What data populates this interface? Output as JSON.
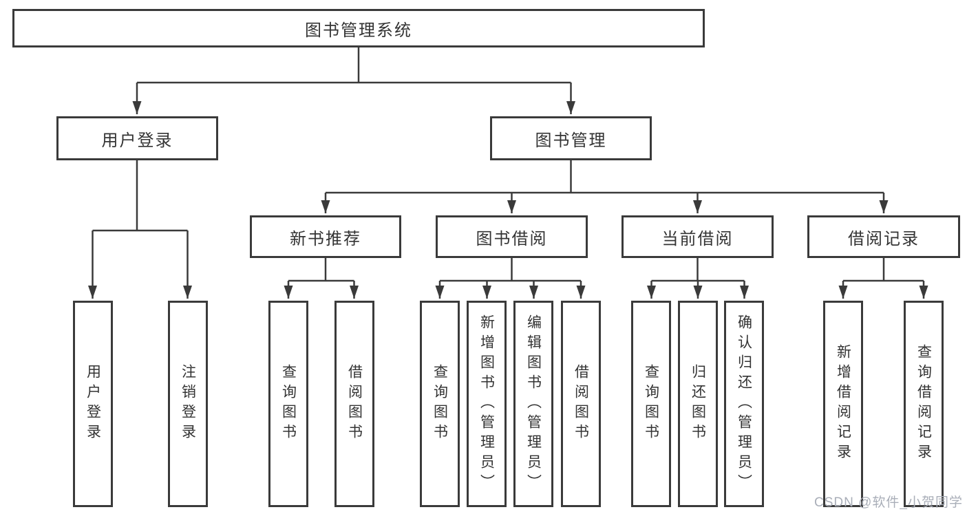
{
  "diagram": {
    "root": "图书管理系统",
    "branches": [
      {
        "label": "用户登录",
        "leaves": [
          "用户登录",
          "注销登录"
        ]
      },
      {
        "label": "图书管理",
        "groups": [
          {
            "label": "新书推荐",
            "leaves": [
              "查询图书",
              "借阅图书"
            ]
          },
          {
            "label": "图书借阅",
            "leaves": [
              "查询图书",
              "新增图书（管理员）",
              "编辑图书（管理员）",
              "借阅图书"
            ]
          },
          {
            "label": "当前借阅",
            "leaves": [
              "查询图书",
              "归还图书",
              "确认归还（管理员）"
            ]
          },
          {
            "label": "借阅记录",
            "leaves": [
              "新增借阅记录",
              "查询借阅记录"
            ]
          }
        ]
      }
    ]
  },
  "watermark": {
    "text": "CSDN @软件_小贺同学"
  },
  "colors": {
    "line": "#3a3a3a",
    "text": "#333333",
    "box_background": "#ffffff",
    "background": "#ffffff",
    "watermark": "#a9aeb8"
  }
}
